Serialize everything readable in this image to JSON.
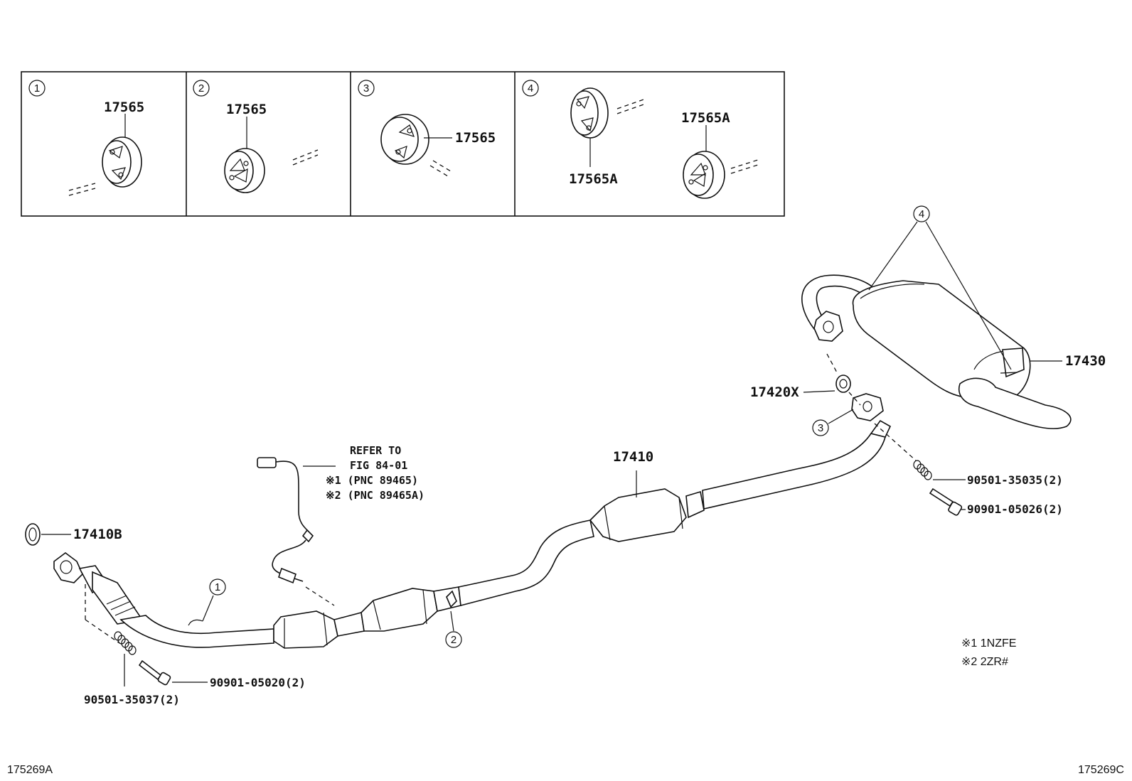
{
  "insets": [
    {
      "marker": "1",
      "labels": [
        "17565"
      ]
    },
    {
      "marker": "2",
      "labels": [
        "17565"
      ]
    },
    {
      "marker": "3",
      "labels": [
        "17565"
      ]
    },
    {
      "marker": "4",
      "labels": [
        "17565A",
        "17565A"
      ]
    }
  ],
  "parts": {
    "main_pipe": "17410",
    "gasket_front": "17410B",
    "gasket_rear": "17420X",
    "tailpipe": "17430",
    "spring_rear": "90501-35035(2)",
    "bolt_rear": "90901-05026(2)",
    "bolt_front": "90901-05020(2)",
    "spring_front": "90501-35037(2)"
  },
  "callouts": {
    "one": "1",
    "two": "2",
    "three": "3",
    "four": "4"
  },
  "sensor_note": {
    "line1": "REFER TO",
    "line2": "FIG 84-01",
    "line3": "※1 (PNC 89465)",
    "line4": "※2 (PNC 89465A)"
  },
  "legend": {
    "line1": "※1  1NZFE",
    "line2": "※2  2ZR#"
  },
  "footer": {
    "left": "175269A",
    "right": "175269C"
  }
}
